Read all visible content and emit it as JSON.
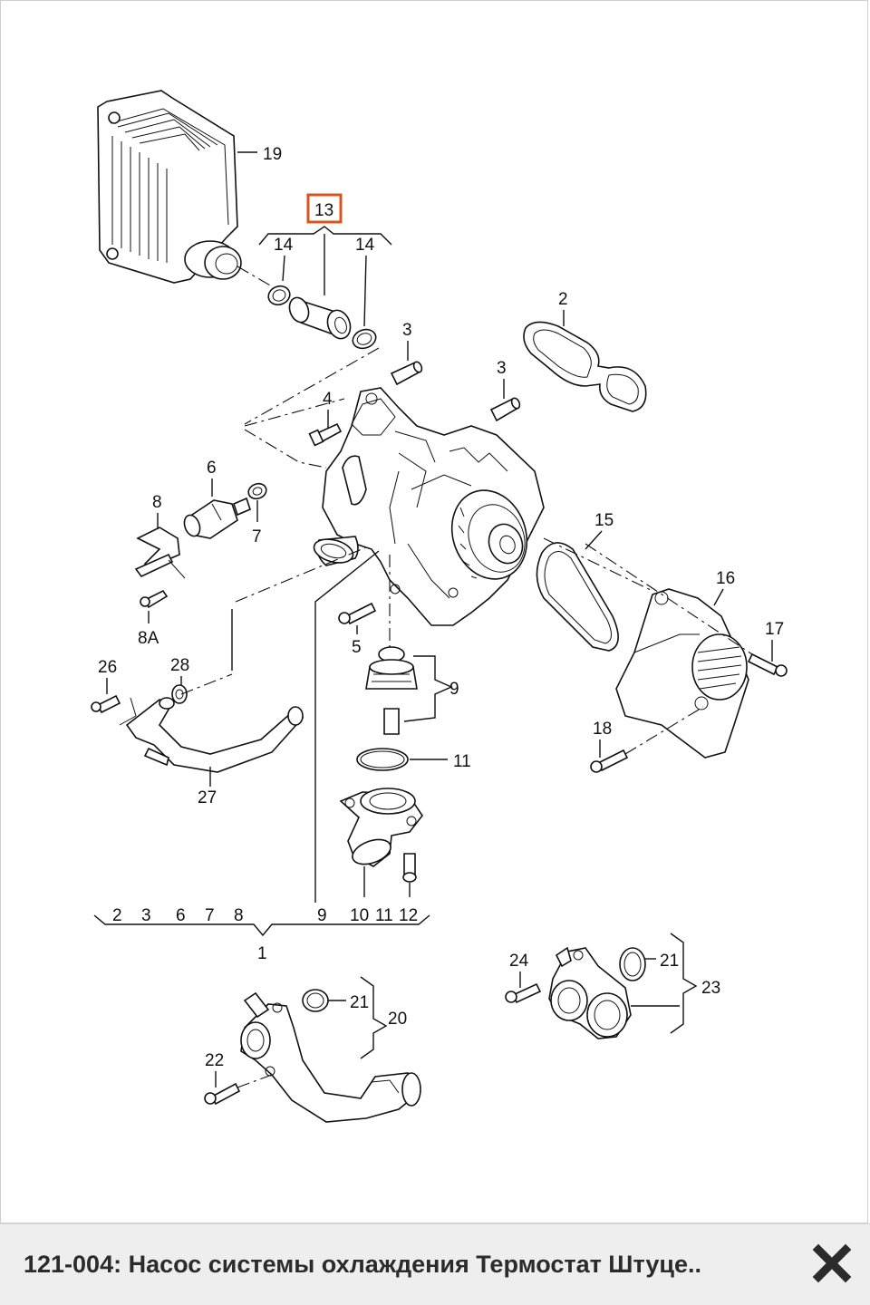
{
  "caption": {
    "text": "121-004: Насос системы охлаждения Термостат Штуце.."
  },
  "colors": {
    "highlight": "#d9541e",
    "caption_bar": "#eeeeee",
    "caption_text": "#2b2b2b"
  },
  "icons": {
    "close": "close-icon"
  },
  "diagram": {
    "labels": {
      "l19": "19",
      "l13": "13",
      "l14a": "14",
      "l14b": "14",
      "l2": "2",
      "l3a": "3",
      "l3b": "3",
      "l4": "4",
      "l6": "6",
      "l7": "7",
      "l8": "8",
      "l8a": "8A",
      "l15": "15",
      "l16": "16",
      "l17": "17",
      "l5": "5",
      "l9": "9",
      "l26": "26",
      "l28": "28",
      "l18": "18",
      "l11": "11",
      "l27": "27",
      "b2": "2",
      "b3": "3",
      "b6": "6",
      "b7": "7",
      "b8": "8",
      "b9": "9",
      "b10": "10",
      "b11": "11",
      "b12": "12",
      "l1": "1",
      "l24": "24",
      "l21a": "21",
      "l23": "23",
      "l21b": "21",
      "l20": "20",
      "l22": "22"
    }
  }
}
